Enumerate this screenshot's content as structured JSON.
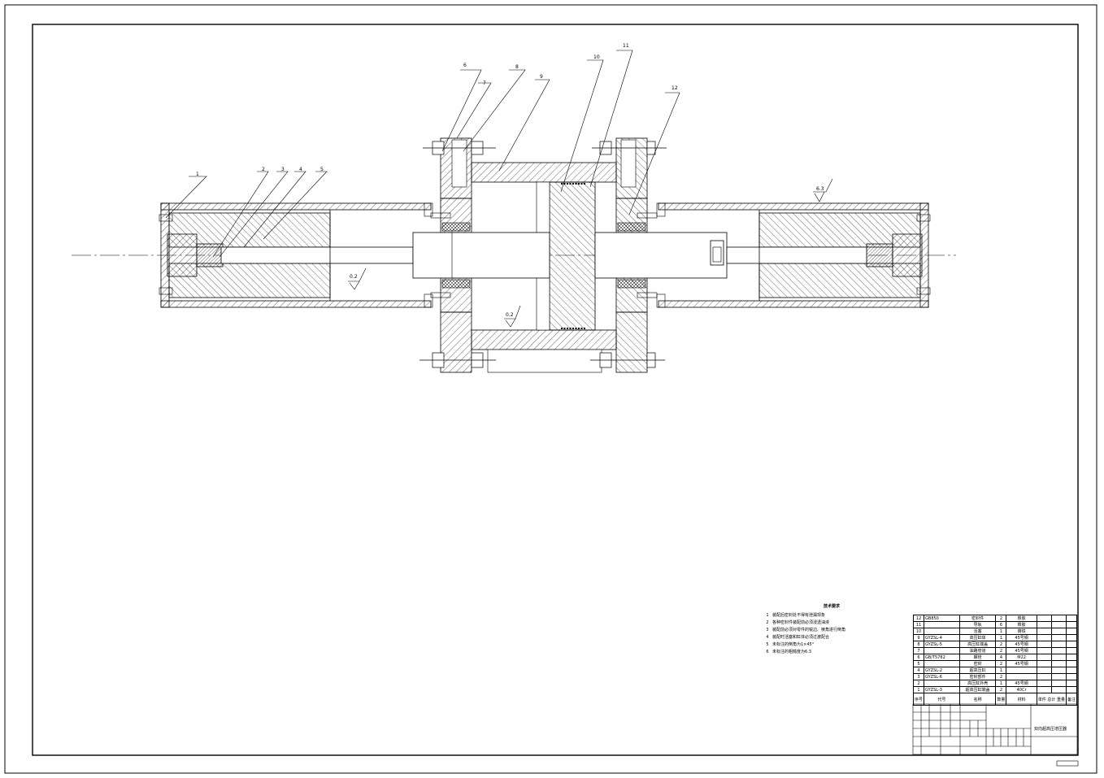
{
  "drawing": {
    "callouts": [
      "1",
      "2",
      "3",
      "4",
      "5",
      "6",
      "7",
      "8",
      "9",
      "10",
      "11",
      "12"
    ],
    "roughness": [
      "6.3",
      "0.2",
      "0.2"
    ]
  },
  "notes": {
    "title": "技术要求",
    "items": [
      {
        "n": "1",
        "text": "装配后密封处不得有泄漏现象"
      },
      {
        "n": "2",
        "text": "各种密封件装配前必须浸透油液"
      },
      {
        "n": "3",
        "text": "装配前必须对零件的锐边、棱角进行倒角"
      },
      {
        "n": "4",
        "text": "装配时活塞和缸体必须过渡配合"
      },
      {
        "n": "5",
        "text": "未标注的倒角为1×45°"
      },
      {
        "n": "6",
        "text": "未标注的粗糙度为6.3"
      }
    ]
  },
  "bom": {
    "rows": [
      {
        "no": "12",
        "code": "GB850",
        "name": "密封件",
        "qty": "2",
        "mat": "橡胶"
      },
      {
        "no": "11",
        "code": "",
        "name": "导轨",
        "qty": "6",
        "mat": "橡胶"
      },
      {
        "no": "10",
        "code": "",
        "name": "活塞",
        "qty": "1",
        "mat": "铸铁"
      },
      {
        "no": "9",
        "code": "GYZSL-4",
        "name": "高压缸体",
        "qty": "1",
        "mat": "45号钢"
      },
      {
        "no": "8",
        "code": "GYZSL-5",
        "name": "高压缸端盖",
        "qty": "2",
        "mat": "45号钢"
      },
      {
        "no": "7",
        "code": "",
        "name": "油路管道",
        "qty": "2",
        "mat": "45号钢"
      },
      {
        "no": "6",
        "code": "GB/T5782",
        "name": "螺栓",
        "qty": "4",
        "mat": "M22"
      },
      {
        "no": "5",
        "code": "",
        "name": "密封",
        "qty": "2",
        "mat": "45号钢"
      },
      {
        "no": "4",
        "code": "GYZSL-2",
        "name": "超高压缸",
        "qty": "1",
        "mat": ""
      },
      {
        "no": "3",
        "code": "GYZSL-6",
        "name": "密封部件",
        "qty": "2",
        "mat": ""
      },
      {
        "no": "2",
        "code": "",
        "name": "高压缸外壳",
        "qty": "1",
        "mat": "45号钢"
      },
      {
        "no": "1",
        "code": "GYZSL-3",
        "name": "超高压缸端盖",
        "qty": "2",
        "mat": "40Cr"
      }
    ],
    "header": {
      "no": "序号",
      "code": "代号",
      "name": "名称",
      "qty": "数量",
      "mat": "材料",
      "unit_wt": "单件 总计 重量",
      "remark": "备注"
    }
  },
  "title_block": {
    "title": "双向超高压增压器"
  }
}
